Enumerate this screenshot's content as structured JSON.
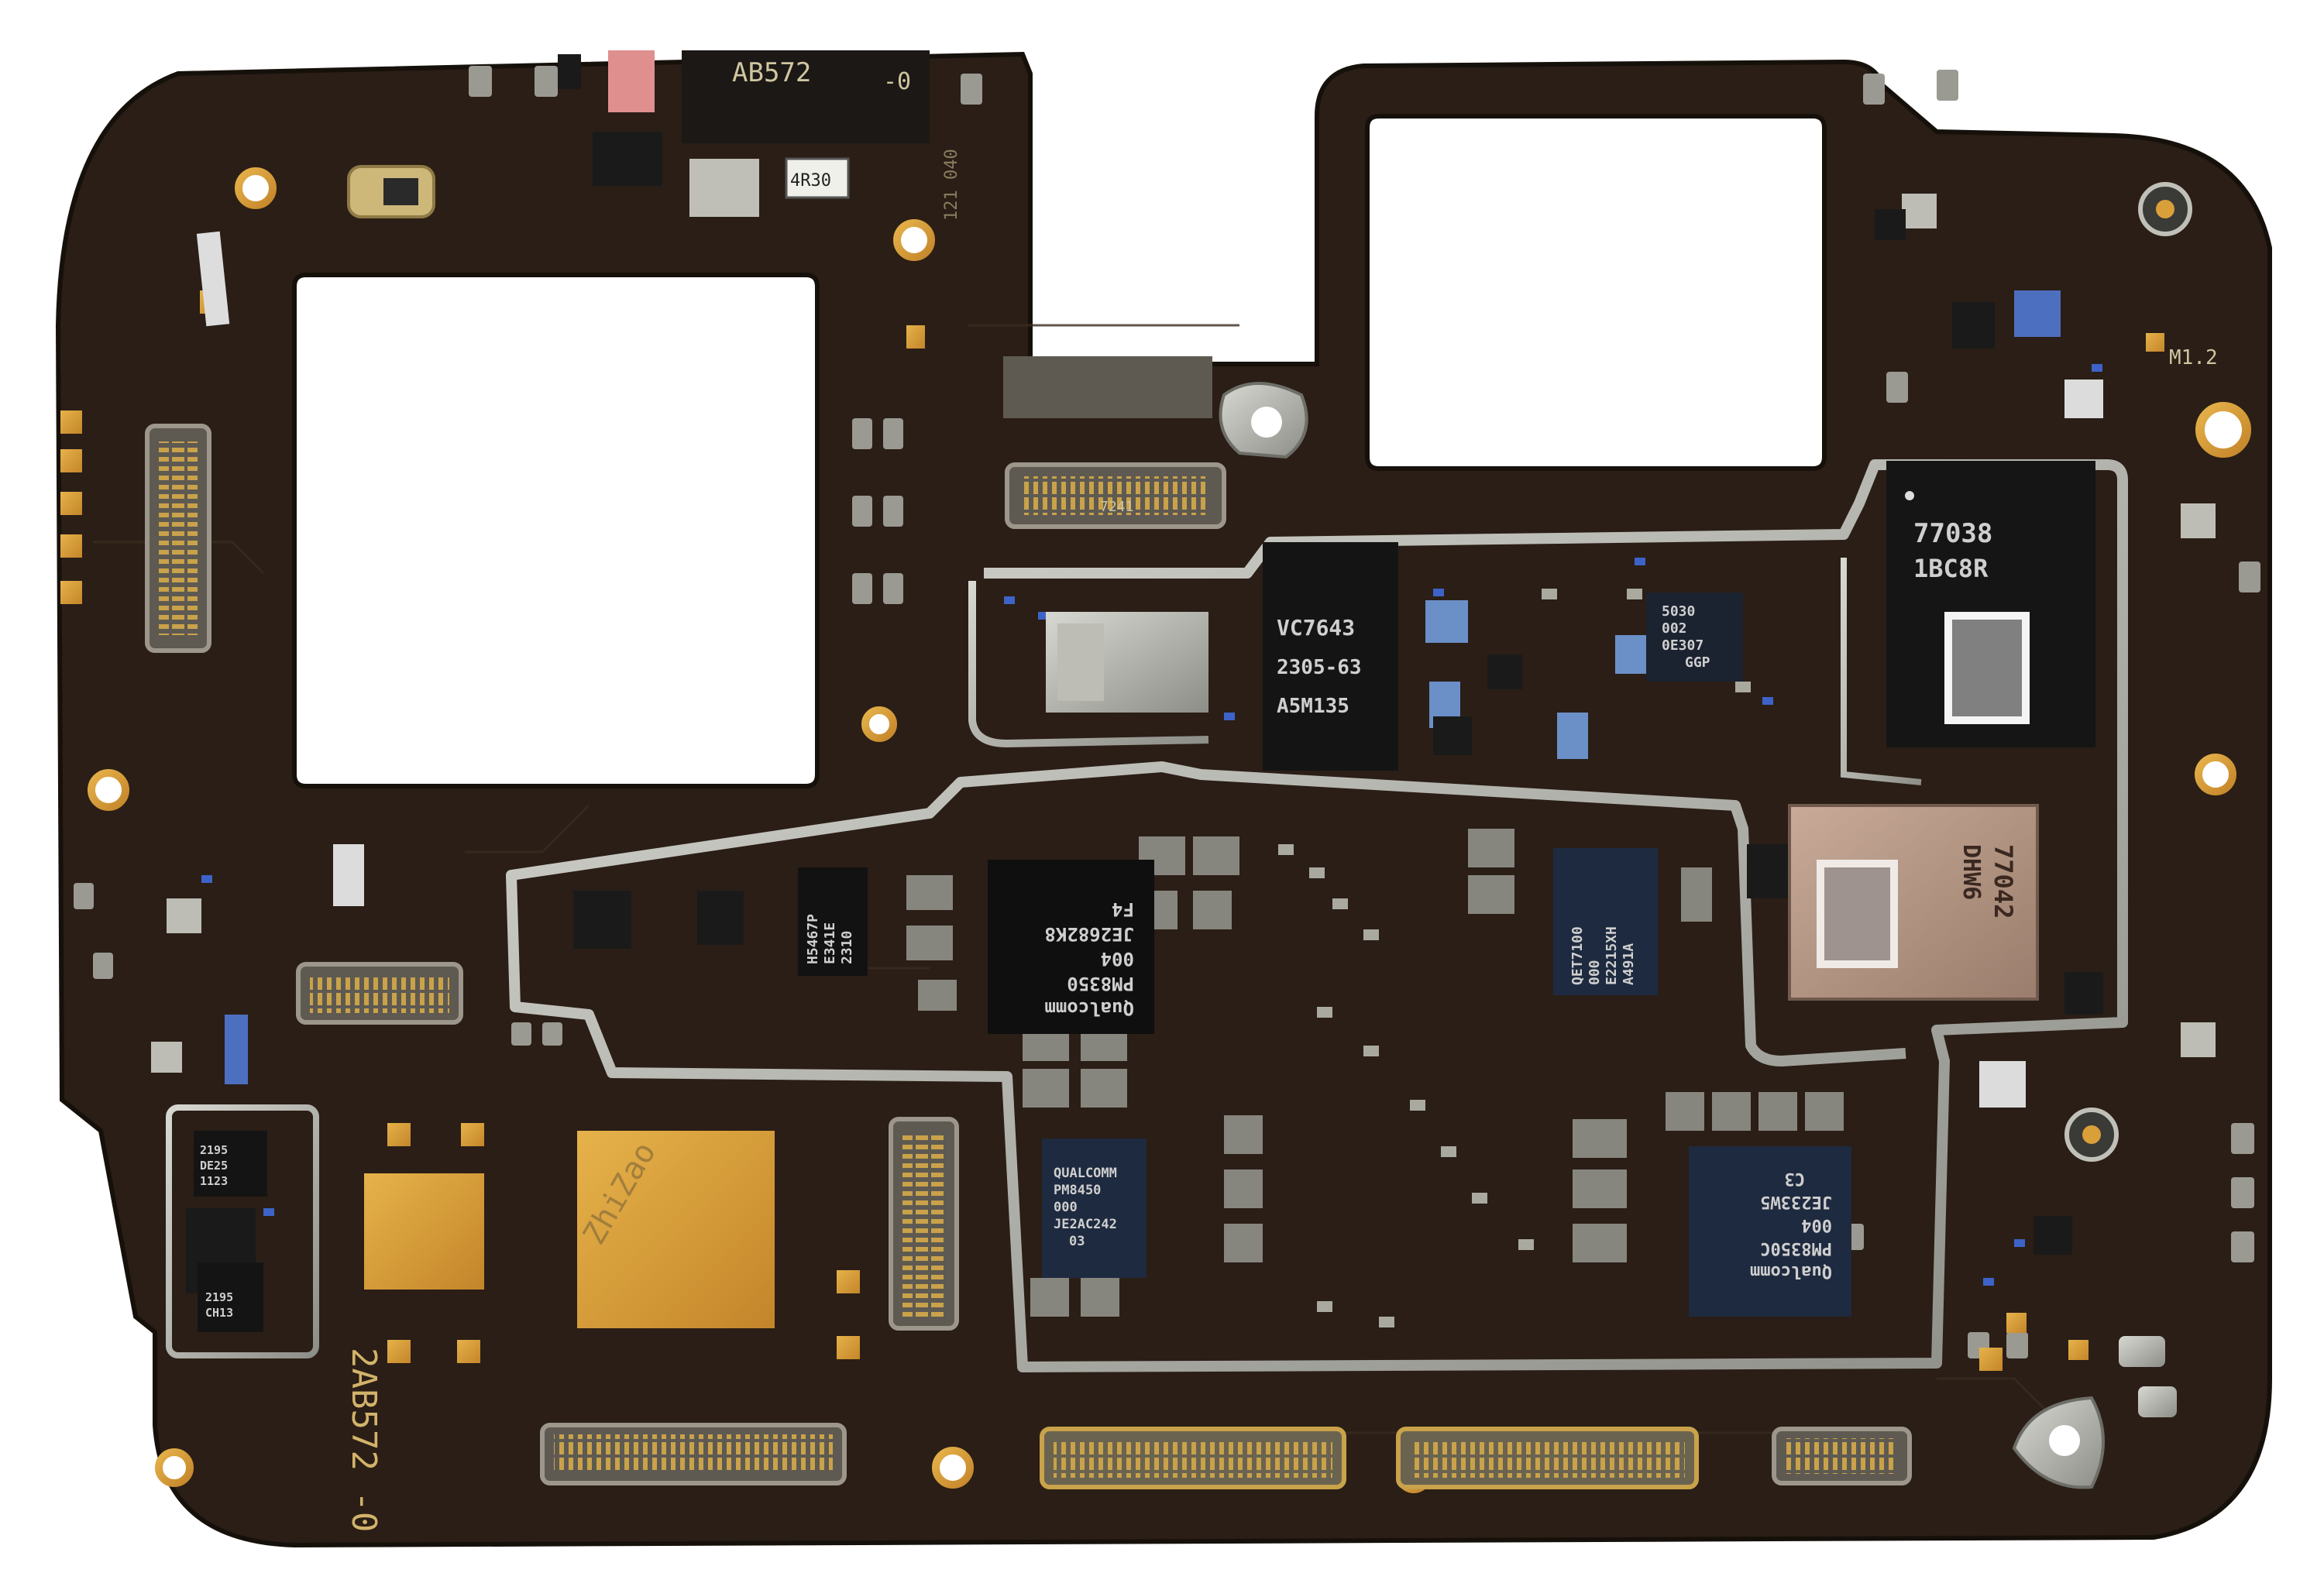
{
  "image": {
    "subject": "Smartphone mainboard (PCB) with components, connectors and shielding frames",
    "colors": {
      "board": "#2b1f17",
      "board_edge": "#1a120c",
      "gold_pad": "#d9a03a",
      "shield_silver": "#b7b7b0",
      "chip_black": "#121212",
      "chip_blue": "#1f2b3f",
      "background": "#ffffff"
    }
  },
  "silkscreen": {
    "board_rev_left": "2AB572 -0",
    "board_rev_top": "AB572",
    "board_rev_top_suffix": "-0",
    "m12": "M1.2",
    "vertical_code": "121 040",
    "label_4r30": "4R30",
    "label_7241": "7241",
    "watermark": "ZhiZao"
  },
  "chips": {
    "vc7643": [
      "VC7643",
      "2305-63",
      "A5M135"
    ],
    "q77038": [
      "77038",
      "1BC8R"
    ],
    "q77042": [
      "77042",
      "DHW6"
    ],
    "q5030": [
      "5030",
      "002",
      "0E307",
      "GGP"
    ],
    "pm8350": [
      "Qualcomm",
      "PM8350",
      "004",
      "JE2682K8",
      "F4"
    ],
    "pm8450": [
      "QUALCOMM",
      "PM8450",
      "000",
      "JE2AC242",
      "03"
    ],
    "pm8350c": [
      "Qualcomm",
      "PM8350C",
      "004",
      "JE233W5",
      "C3"
    ],
    "qet7100": [
      "QET7100",
      "000",
      "E2215XH",
      "A491A"
    ],
    "h5467": [
      "H5467P",
      "E341E",
      "2310"
    ],
    "qr2195_top": [
      "2195",
      "DE25",
      "1123"
    ],
    "qr2195_bot": [
      "2195",
      "CH13"
    ]
  }
}
